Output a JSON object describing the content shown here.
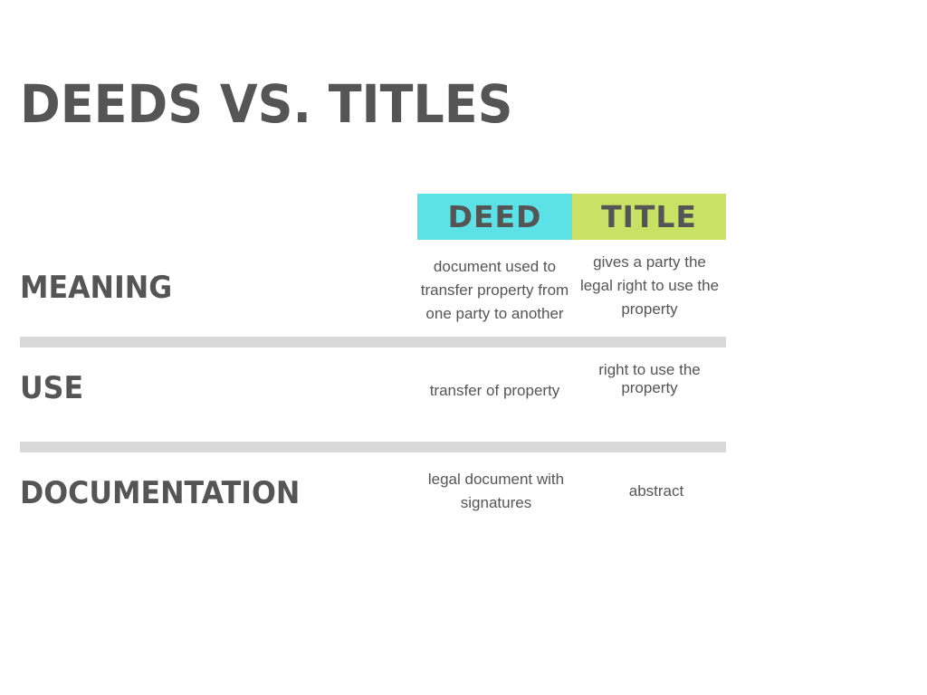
{
  "title": "DEEDS VS. TITLES",
  "colors": {
    "deed": "#5ce1e6",
    "title": "#c9e265",
    "text": "#555555",
    "divider": "#d9d9d9"
  },
  "columns": [
    {
      "label": "DEED"
    },
    {
      "label": "TITLE"
    }
  ],
  "rows": [
    {
      "label": "MEANING",
      "deed": "document used to transfer property from one party to another",
      "title": "gives a party the legal right to use the property"
    },
    {
      "label": "USE",
      "deed": "transfer of property",
      "title": "right to use the property"
    },
    {
      "label": "DOCUMENTATION",
      "deed": "legal document with signatures",
      "title": "abstract"
    }
  ]
}
